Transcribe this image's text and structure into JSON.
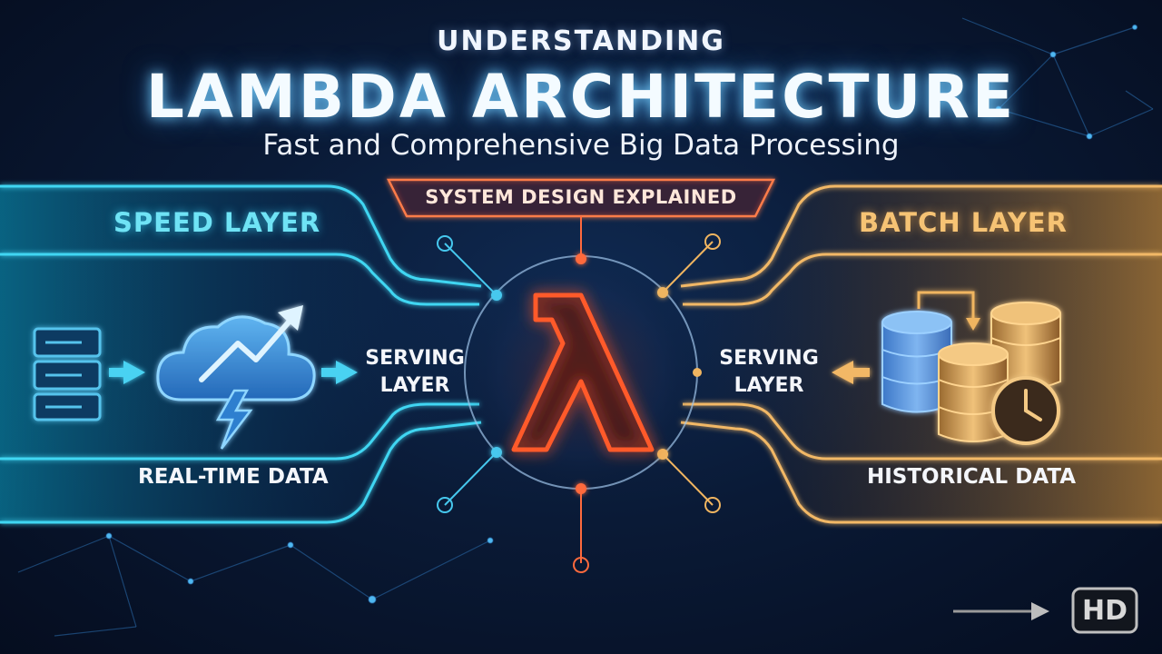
{
  "header": {
    "kicker": "UNDERSTANDING",
    "title": "LAMBDA ARCHITECTURE",
    "subtitle": "Fast and Comprehensive Big Data Processing",
    "badge": "SYSTEM DESIGN EXPLAINED"
  },
  "speed_layer": {
    "title": "SPEED LAYER",
    "serving_line1": "SERVING",
    "serving_line2": "LAYER",
    "caption": "REAL-TIME DATA",
    "color": "#35d4f0"
  },
  "batch_layer": {
    "title": "BATCH LAYER",
    "serving_line1": "SERVING",
    "serving_line2": "LAYER",
    "caption": "HISTORICAL DATA",
    "color": "#f0b560"
  },
  "center": {
    "symbol": "λ",
    "color": "#ff5a2a"
  },
  "corner_badge": "HD",
  "icons": [
    "server-rack-icon",
    "cloud-trend-lightning-icon",
    "database-stack-icon",
    "clock-icon",
    "lambda-icon"
  ]
}
